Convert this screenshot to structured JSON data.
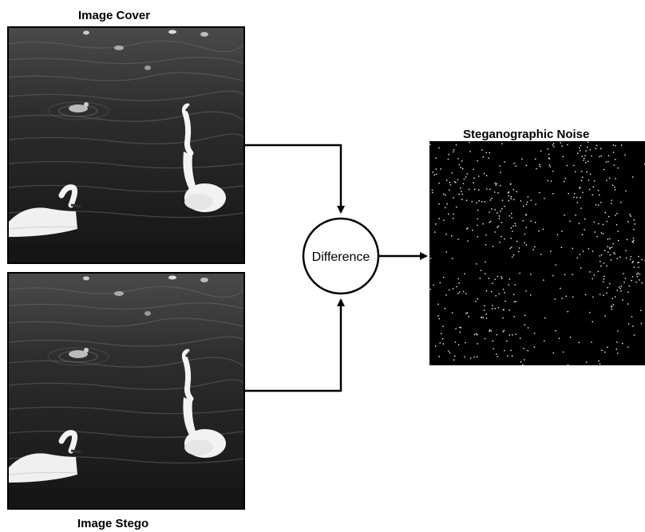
{
  "labels": {
    "cover_title": "Image Cover",
    "stego_title": "Image Stego",
    "noise_title": "Steganographic Noise",
    "difference": "Difference"
  },
  "images": {
    "cover": "swans-on-lake-grayscale",
    "stego": "swans-on-lake-grayscale",
    "noise": "sparse-white-noise-on-black"
  },
  "colors": {
    "line": "#000000",
    "background": "#ffffff",
    "noise_bg": "#000000",
    "noise_dot": "#ffffff"
  }
}
